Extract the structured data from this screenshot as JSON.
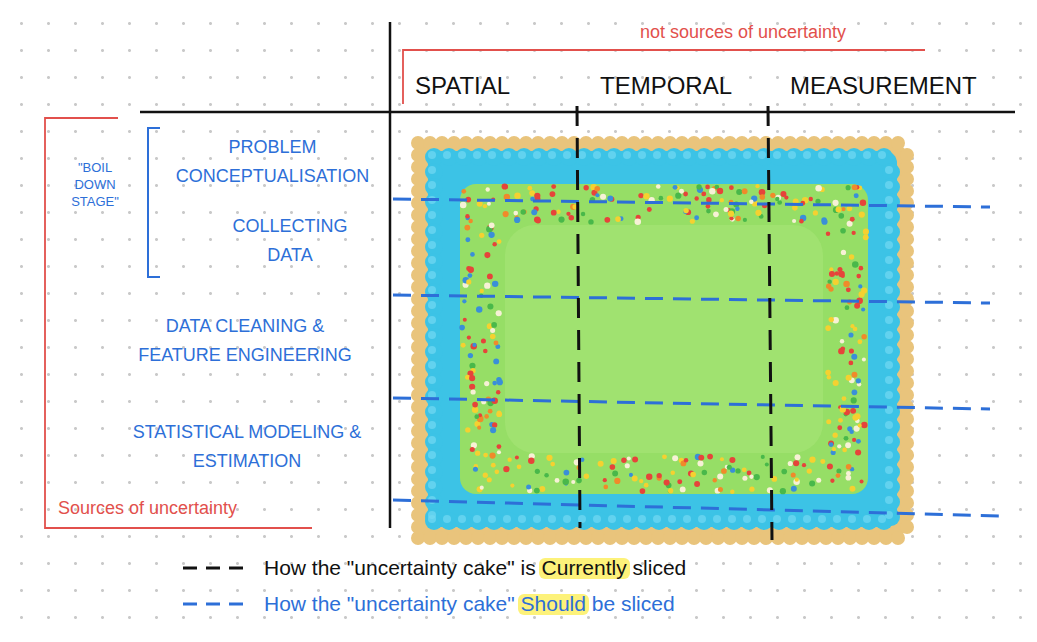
{
  "diagram": {
    "labels": [
      "not sources of uncertainty",
      "SPATIAL",
      "TEMPORAL",
      "MEASUREMENT",
      "\"BOIL DOWN STAGE\"",
      "PROBLEM CONCEPTUALISATION",
      "COLLECTING DATA",
      "DATA CLEANING & FEATURE ENGINEERING",
      "STATISTICAL MODELING & ESTIMATION",
      "Sources of uncertainty"
    ],
    "legend": [
      {
        "text": "How the \"uncertainty cake\" is Currently sliced"
      },
      {
        "text": "How the \"uncertainty cake\" Should be sliced"
      }
    ]
  }
}
